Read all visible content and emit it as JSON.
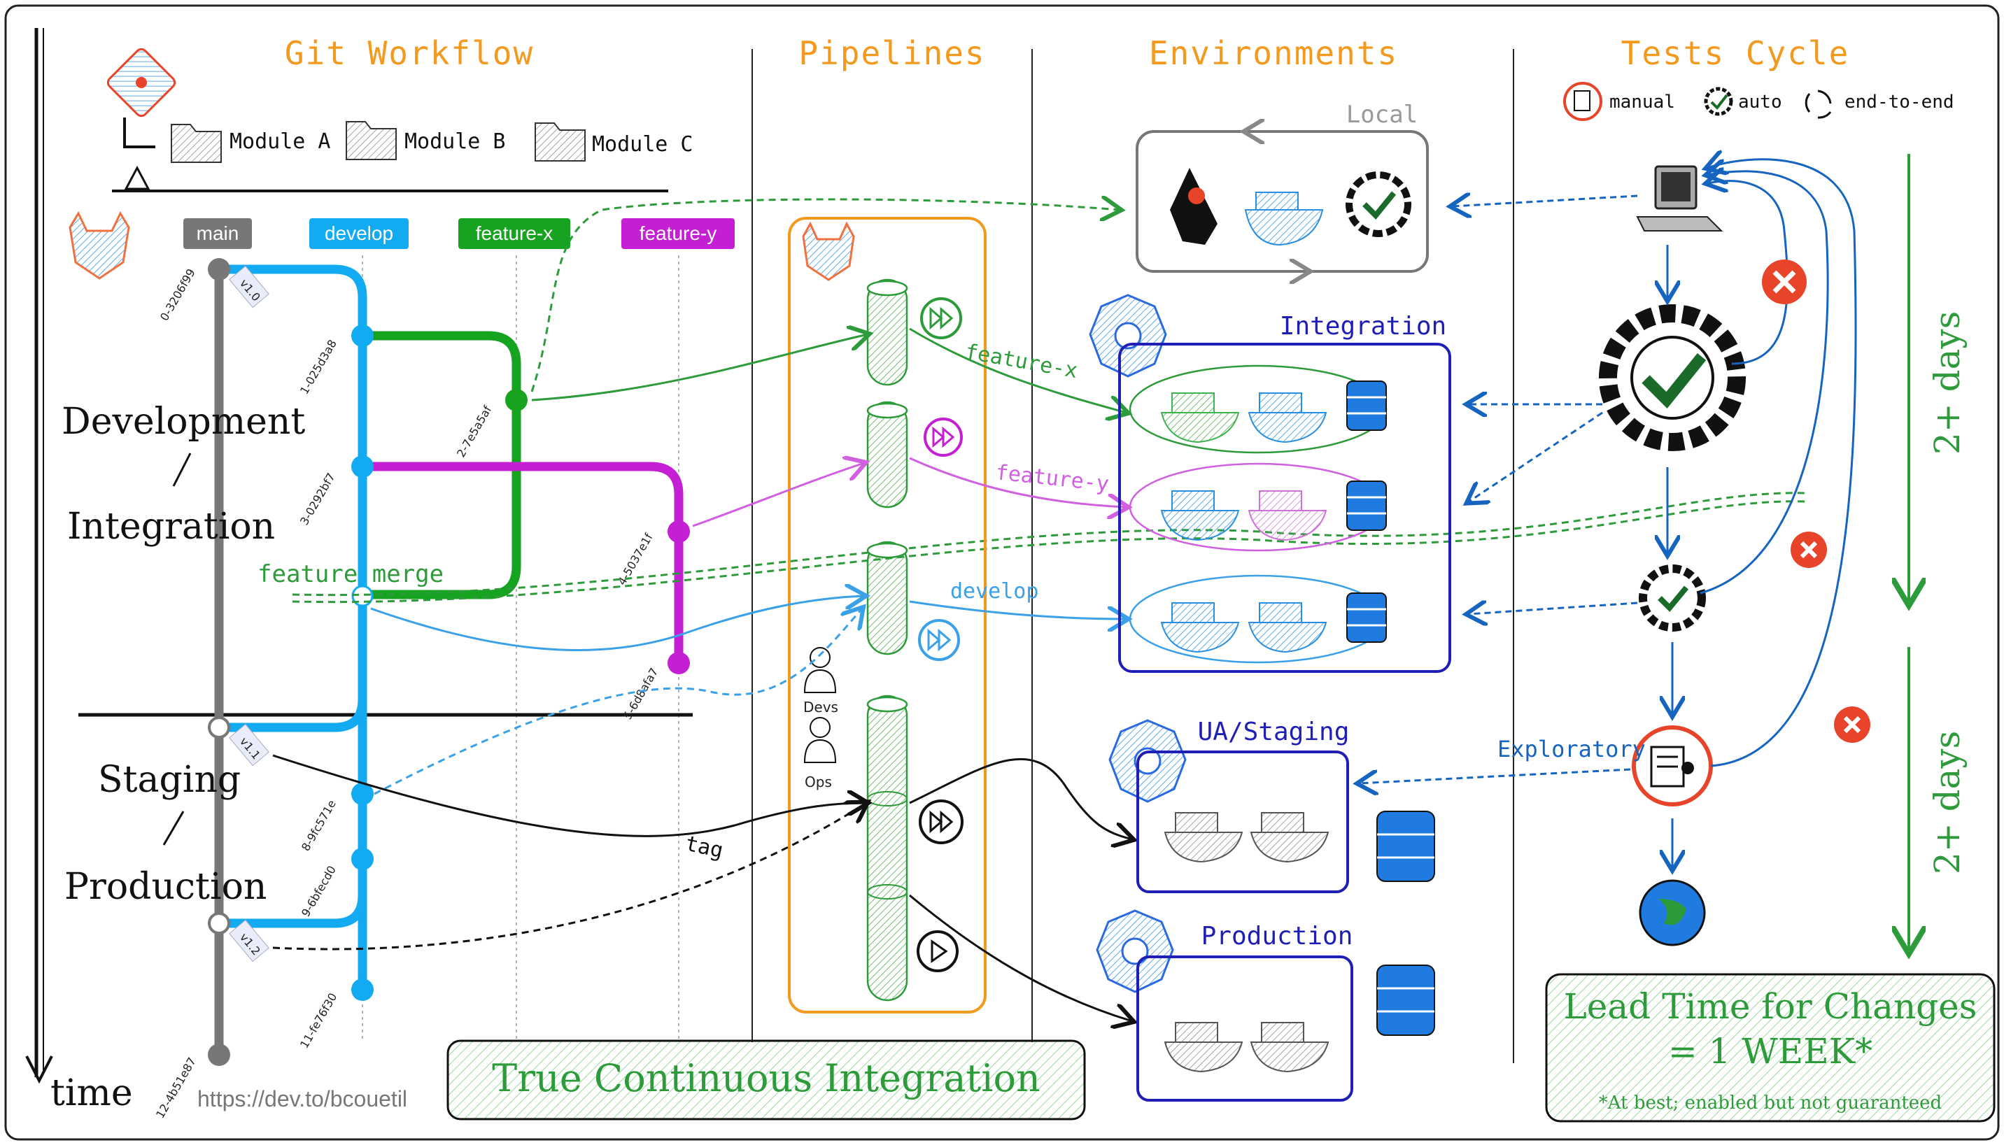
{
  "columns": {
    "git": "Git Workflow",
    "pipelines": "Pipelines",
    "environments": "Environments",
    "tests": "Tests Cycle"
  },
  "modules": [
    "Module A",
    "Module B",
    "Module C"
  ],
  "branches": [
    {
      "name": "main",
      "color": "#777777"
    },
    {
      "name": "develop",
      "color": "#12aaf0"
    },
    {
      "name": "feature-x",
      "color": "#16a31f"
    },
    {
      "name": "feature-y",
      "color": "#c41fd2"
    }
  ],
  "commits": [
    "0-3206f99",
    "1-025d3a8",
    "2-7e5a5af",
    "3-0292bf7",
    "4-5037e1f",
    "5-6d8afa7",
    "8-9fc571e",
    "9-6bfecd0",
    "11-fe76f30",
    "12-4b51e87"
  ],
  "tags": [
    "v1.0",
    "v1.1",
    "v1.2"
  ],
  "stages": {
    "development": "Development",
    "integration": "Integration",
    "staging": "Staging",
    "production": "Production",
    "feature_merge": "feature merge",
    "time": "time"
  },
  "pipeline_labels": {
    "feature_x": "feature-x",
    "feature_y": "feature-y",
    "develop": "develop",
    "tag": "tag",
    "devs": "Devs",
    "ops": "Ops"
  },
  "environments": {
    "local": "Local",
    "integration": "Integration",
    "staging": "UA/Staging",
    "production": "Production"
  },
  "tests_legend": {
    "manual": "manual",
    "auto": "auto",
    "e2e": "end-to-end"
  },
  "exploratory": "Exploratory",
  "durations": [
    "2+ days",
    "2+ days"
  ],
  "banner": "True Continuous Integration",
  "lead_time": {
    "line1": "Lead Time for Changes",
    "line2": "= 1 WEEK*",
    "footnote": "*At best; enabled but not guaranteed"
  },
  "url": "https://dev.to/bcouetil",
  "colors": {
    "orange": "#f39a1e",
    "blue_env": "#1f1fb5",
    "test_blue": "#1565c0",
    "red": "#e8442a",
    "green_arrow": "#2e9b3a"
  }
}
